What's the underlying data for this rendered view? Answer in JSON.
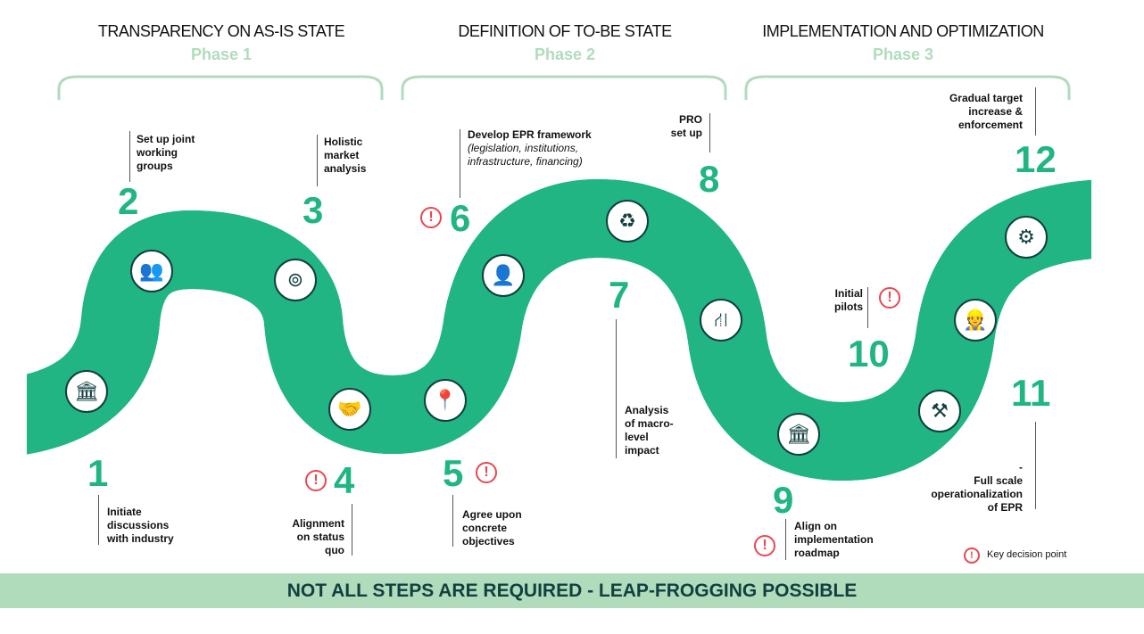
{
  "phases": [
    {
      "title": "TRANSPARENCY ON AS-IS STATE",
      "label": "Phase 1"
    },
    {
      "title": "DEFINITION OF TO-BE STATE",
      "label": "Phase 2"
    },
    {
      "title": "IMPLEMENTATION AND OPTIMIZATION",
      "label": "Phase 3"
    }
  ],
  "steps": [
    {
      "num": "1",
      "text": [
        "Initiate",
        "discussions",
        "with industry"
      ],
      "icon": "institution-icon",
      "decision": false
    },
    {
      "num": "2",
      "text": [
        "Set up joint",
        "working",
        "groups"
      ],
      "icon": "meeting-icon",
      "decision": false
    },
    {
      "num": "3",
      "text": [
        "Holistic",
        "market",
        "analysis"
      ],
      "icon": "binoculars-icon",
      "decision": false
    },
    {
      "num": "4",
      "text": [
        "Alignment",
        "on status",
        "quo"
      ],
      "icon": "handshake-icon",
      "decision": true
    },
    {
      "num": "5",
      "text": [
        "Agree upon",
        "concrete",
        "objectives"
      ],
      "icon": "map-pin-icon",
      "decision": true
    },
    {
      "num": "6",
      "text": [
        "Develop EPR framework"
      ],
      "italic": [
        "(legislation, institutions,",
        "infrastructure, financing)"
      ],
      "icon": "head-gear-icon",
      "decision": true
    },
    {
      "num": "7",
      "text": [
        "Analysis",
        "of macro-",
        "level",
        "impact"
      ],
      "icon": "recycle-icon",
      "decision": false
    },
    {
      "num": "8",
      "text": [
        "PRO",
        "set up"
      ],
      "icon": "road-icon",
      "decision": false
    },
    {
      "num": "9",
      "text": [
        "Align on",
        "implementation",
        "roadmap"
      ],
      "icon": "institution-icon",
      "decision": true
    },
    {
      "num": "10",
      "text": [
        "Initial",
        "pilots"
      ],
      "icon": "tools-icon",
      "decision": true
    },
    {
      "num": "11",
      "text": [
        "-",
        "Full scale",
        "operationalization",
        "of EPR"
      ],
      "icon": "worker-gear-icon",
      "decision": false
    },
    {
      "num": "12",
      "text": [
        "Gradual target",
        "increase &",
        "enforcement"
      ],
      "icon": "target-gear-icon",
      "decision": false
    }
  ],
  "legend": {
    "label": "Key decision point"
  },
  "banner": "NOT ALL STEPS ARE REQUIRED - LEAP-FROGGING POSSIBLE",
  "colors": {
    "road": "#20b583",
    "phase": "#b0dcbc",
    "dark": "#123f3f",
    "decision": "#e8474f"
  }
}
